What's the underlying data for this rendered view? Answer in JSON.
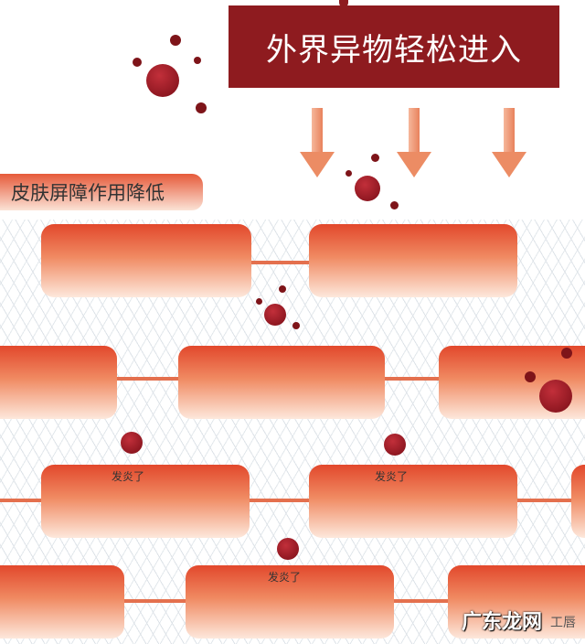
{
  "title": "外界异物轻松进入",
  "label": "皮肤屏障作用降低",
  "inflamed_label": "发炎了",
  "watermark": "广东龙网",
  "watermark_suffix": "工唇",
  "colors": {
    "title_bg": "#8e1b1f",
    "cell_top": "#e2482c",
    "cell_bottom": "#fde8dc",
    "particle": "#7e1419"
  }
}
